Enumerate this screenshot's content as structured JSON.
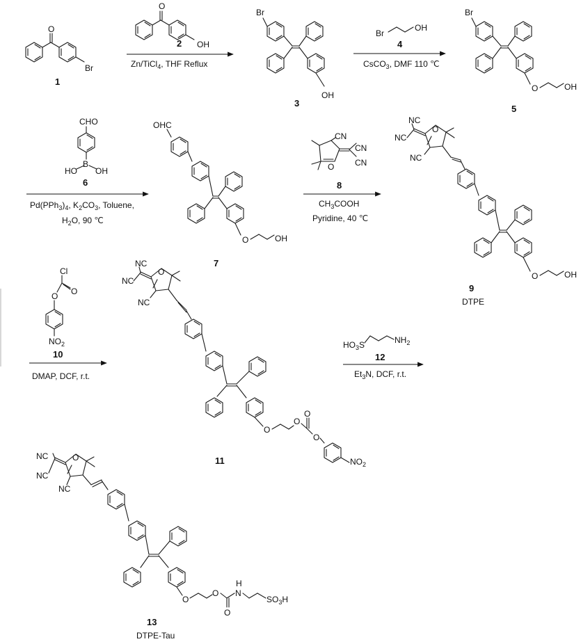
{
  "compounds": {
    "c1": {
      "num": "1",
      "subst": "Br",
      "o": "O"
    },
    "c2": {
      "num": "2",
      "o": "O",
      "oh": "OH"
    },
    "c3": {
      "num": "3",
      "br": "Br",
      "oh": "OH"
    },
    "c4": {
      "num": "4",
      "br": "Br",
      "oh": "OH"
    },
    "c5": {
      "num": "5",
      "br": "Br",
      "o": "O",
      "oh": "OH"
    },
    "c6": {
      "num": "6",
      "cho": "CHO",
      "b": "B",
      "ho": "HO",
      "oh": "OH"
    },
    "c7": {
      "num": "7",
      "ohc": "OHC",
      "o": "O",
      "oh": "OH"
    },
    "c8": {
      "num": "8",
      "cn": "CN",
      "o": "O"
    },
    "c9": {
      "num": "9",
      "name": "DTPE",
      "nc": "NC",
      "cn": "NC",
      "o": "O",
      "oh": "OH"
    },
    "c10": {
      "num": "10",
      "cl": "Cl",
      "o": "O",
      "no2_n": "NO",
      "no2_sub": "2"
    },
    "c11": {
      "num": "11",
      "nc": "NC",
      "o": "O",
      "no2_n": "NO",
      "no2_sub": "2"
    },
    "c12": {
      "num": "12",
      "ho3s_a": "HO",
      "ho3s_sub": "3",
      "ho3s_b": "S",
      "nh2_a": "NH",
      "nh2_sub": "2"
    },
    "c13": {
      "num": "13",
      "name": "DTPE-Tau",
      "nc": "NC",
      "o": "O",
      "h": "H",
      "n": "N",
      "so3h_a": "SO",
      "so3h_sub": "3",
      "so3h_b": "H"
    }
  },
  "conditions": {
    "step1": {
      "a": "Zn/TiCl",
      "a_sub": "4",
      "b": ", THF Reflux"
    },
    "step2": {
      "a": "CsCO",
      "a_sub": "3",
      "b": ", DMF 110 ℃"
    },
    "step3_line1": {
      "a": "Pd(PPh",
      "a_sub": "3",
      "b": ")",
      "b_sub": "4",
      "c": ", K",
      "c_sub": "2",
      "d": "CO",
      "d_sub": "3",
      "e": ", Toluene,"
    },
    "step3_line2": {
      "a": "H",
      "a_sub": "2",
      "b": "O, 90 ℃"
    },
    "step4_line1": {
      "a": "CH",
      "a_sub": "3",
      "b": "COOH"
    },
    "step4_line2": "Pyridine, 40 ℃",
    "step5": "DMAP, DCF, r.t.",
    "step6": {
      "a": "Et",
      "a_sub": "3",
      "b": "N, DCF, r.t."
    }
  }
}
